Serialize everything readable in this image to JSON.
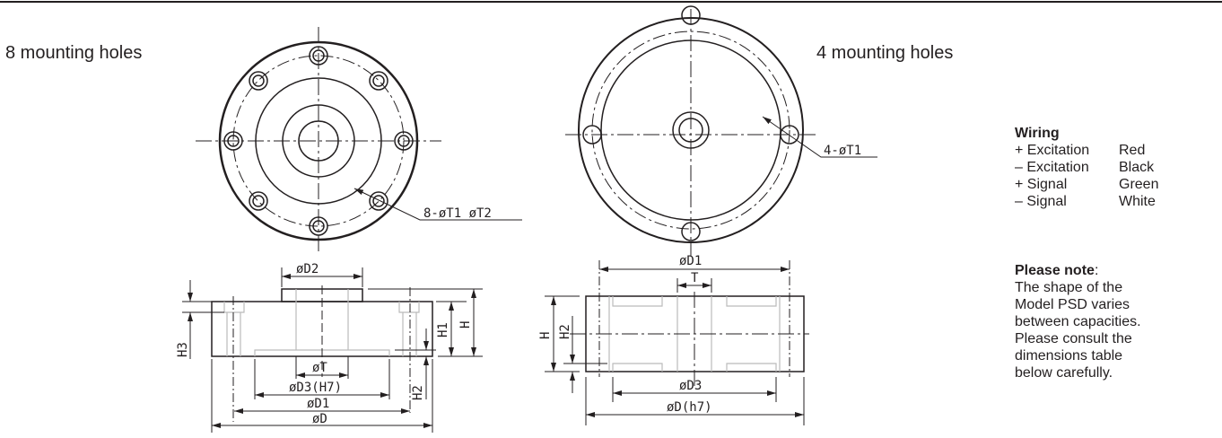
{
  "labels": {
    "left_title": "8 mounting holes",
    "right_title": "4 mounting holes"
  },
  "drawing": {
    "left_callout": "8-øT1 øT2",
    "right_callout": "4-øT1",
    "left_side": {
      "D2": "øD2",
      "T": "øT",
      "D3": "øD3(H7)",
      "D1": "øD1",
      "D": "øD",
      "H": "H",
      "H1": "H1",
      "H2": "H2",
      "H3": "H3"
    },
    "right_side": {
      "D1": "øD1",
      "T": "T",
      "D3": "øD3",
      "D": "øD(h7)",
      "H": "H",
      "H2": "H2"
    }
  },
  "wiring": {
    "title": "Wiring",
    "rows": [
      {
        "signal": "+ Excitation",
        "color": "Red"
      },
      {
        "signal": "– Excitation",
        "color": "Black"
      },
      {
        "signal": "+ Signal",
        "color": "Green"
      },
      {
        "signal": "– Signal",
        "color": "White"
      }
    ]
  },
  "note": {
    "title": "Please note",
    "colon": ":",
    "lines": [
      "The shape of the",
      "Model PSD varies",
      "between capacities.",
      "Please consult the",
      "dimensions table",
      "below carefully."
    ]
  }
}
